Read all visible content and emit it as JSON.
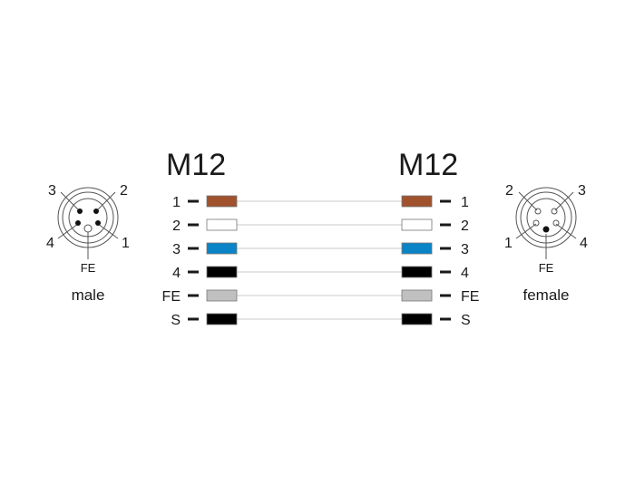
{
  "left_connector": {
    "title": "M12",
    "name": "male",
    "pin_numbers": [
      "3",
      "2",
      "4",
      "1"
    ],
    "fe_label": "FE"
  },
  "right_connector": {
    "title": "M12",
    "name": "female",
    "pin_numbers": [
      "2",
      "3",
      "1",
      "4"
    ],
    "fe_label": "FE"
  },
  "wires": [
    {
      "label": "1",
      "color": "#a0522d"
    },
    {
      "label": "2",
      "color": "#ffffff"
    },
    {
      "label": "3",
      "color": "#0a84c6"
    },
    {
      "label": "4",
      "color": "#000000"
    },
    {
      "label": "FE",
      "color": "#c0c0c0"
    },
    {
      "label": "S",
      "color": "#000000"
    }
  ],
  "colors": {
    "outline": "#1a1a1a",
    "thin_line": "#555555",
    "cable": "#c8c8c8",
    "swatch_border": "#777777"
  }
}
